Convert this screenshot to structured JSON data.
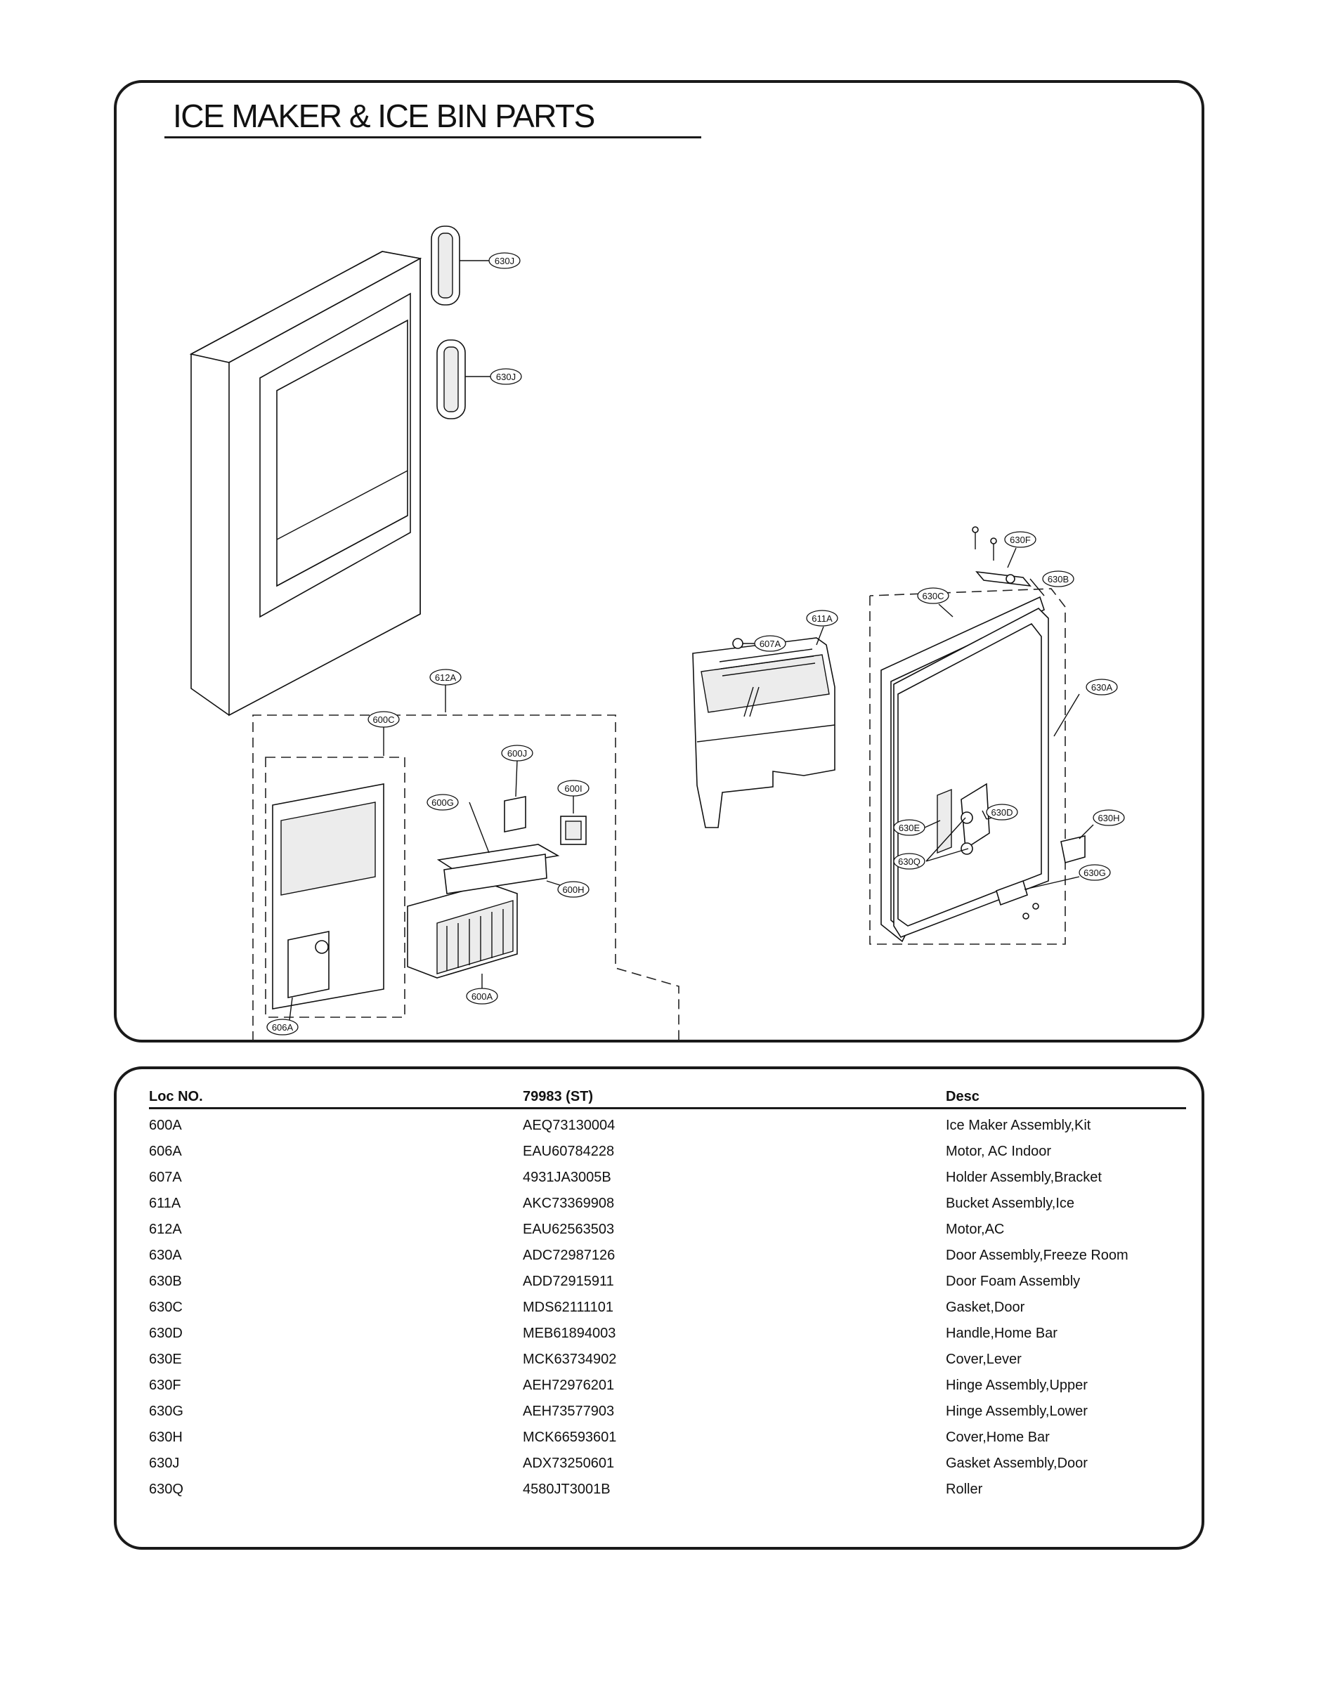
{
  "title": "ICE MAKER & ICE BIN PARTS",
  "callouts": {
    "c630J_1": "630J",
    "c630J_2": "630J",
    "c630F": "630F",
    "c630B": "630B",
    "c630C": "630C",
    "c611A": "611A",
    "c607A": "607A",
    "c630A": "630A",
    "c612A": "612A",
    "c600C": "600C",
    "c600J": "600J",
    "c600I": "600I",
    "c600G": "600G",
    "c600H": "600H",
    "c600A": "600A",
    "c606A": "606A",
    "c630H": "630H",
    "c630D": "630D",
    "c630E": "630E",
    "c630Q": "630Q",
    "c630G": "630G"
  },
  "table": {
    "headers": {
      "loc": "Loc NO.",
      "part": "79983 (ST)",
      "desc": "Desc"
    },
    "rows": [
      {
        "loc": "600A",
        "part": "AEQ73130004",
        "desc": "Ice Maker Assembly,Kit"
      },
      {
        "loc": "606A",
        "part": "EAU60784228",
        "desc": "Motor, AC Indoor"
      },
      {
        "loc": "607A",
        "part": "4931JA3005B",
        "desc": "Holder Assembly,Bracket"
      },
      {
        "loc": "611A",
        "part": "AKC73369908",
        "desc": "Bucket Assembly,Ice"
      },
      {
        "loc": "612A",
        "part": "EAU62563503",
        "desc": "Motor,AC"
      },
      {
        "loc": "630A",
        "part": "ADC72987126",
        "desc": "Door Assembly,Freeze Room"
      },
      {
        "loc": "630B",
        "part": "ADD72915911",
        "desc": "Door Foam Assembly"
      },
      {
        "loc": "630C",
        "part": "MDS62111101",
        "desc": "Gasket,Door"
      },
      {
        "loc": "630D",
        "part": "MEB61894003",
        "desc": "Handle,Home Bar"
      },
      {
        "loc": "630E",
        "part": "MCK63734902",
        "desc": "Cover,Lever"
      },
      {
        "loc": "630F",
        "part": "AEH72976201",
        "desc": "Hinge Assembly,Upper"
      },
      {
        "loc": "630G",
        "part": "AEH73577903",
        "desc": "Hinge Assembly,Lower"
      },
      {
        "loc": "630H",
        "part": "MCK66593601",
        "desc": "Cover,Home Bar"
      },
      {
        "loc": "630J",
        "part": "ADX73250601",
        "desc": "Gasket Assembly,Door"
      },
      {
        "loc": "630Q",
        "part": "4580JT3001B",
        "desc": "Roller"
      }
    ]
  }
}
